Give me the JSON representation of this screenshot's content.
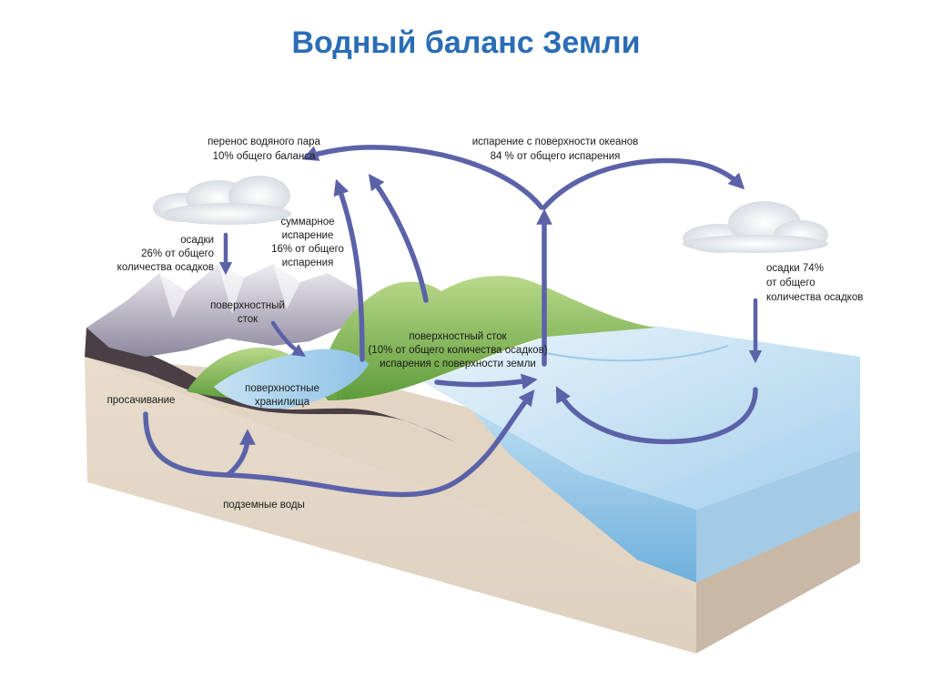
{
  "title": "Водный баланс Земли",
  "labels": {
    "vapor_transfer": [
      "перенос водяного пара",
      "10% общего баланса"
    ],
    "ocean_evaporation": [
      "испарение с поверхности океанов",
      "84 % от общего испарения"
    ],
    "land_precipitation": [
      "осадки",
      "26% от общего",
      "количества осадков"
    ],
    "total_evaporation": [
      "суммарное",
      "испарение",
      "16% от общего",
      "испарения"
    ],
    "surface_runoff_left": [
      "поверхностный",
      "сток"
    ],
    "surface_runoff_center": [
      "поверхностный сток",
      "(10% от общего количества осадков)",
      "испарения с поверхности земли"
    ],
    "surface_reservoirs": [
      "поверхностные",
      "хранилища"
    ],
    "infiltration": [
      "просачивание"
    ],
    "groundwater": [
      "подземные воды"
    ],
    "ocean_precipitation": [
      "осадки  74%",
      "от общего",
      "количества осадков"
    ]
  },
  "colors": {
    "title": "#2a6db5",
    "arrow": "#5b62a8",
    "soil": "#e4d6c6",
    "soil_side": "#c9b8a6",
    "ocean_top": "#cfe6f4",
    "ocean_side": "#9fcbe6",
    "green": "#8cbf4f",
    "mountain": "#a9a6b8"
  }
}
